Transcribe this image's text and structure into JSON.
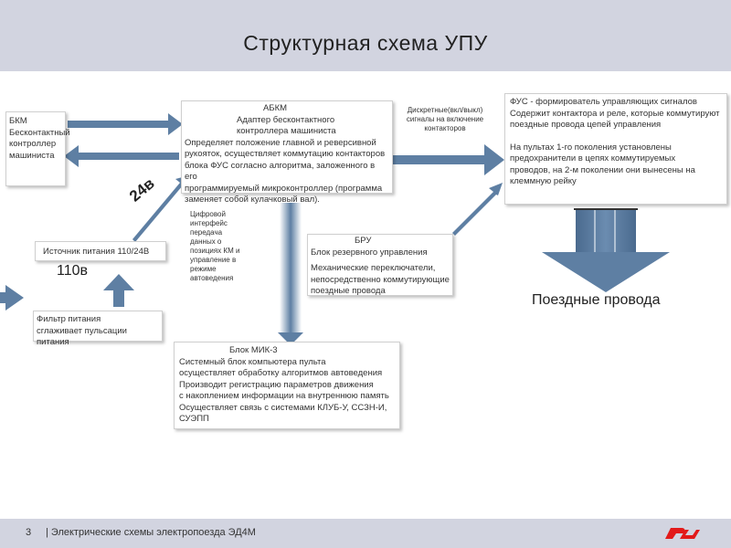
{
  "header": {
    "title": "Структурная схема УПУ"
  },
  "footer": {
    "page_number": "3",
    "text": "| Электрические схемы электропоезда ЭД4М",
    "logo": "ржд"
  },
  "boxes": {
    "bkm": [
      "БКМ",
      "Бесконтактный",
      "контроллер",
      "машиниста"
    ],
    "abkm": {
      "title": "АБКМ",
      "lines": [
        "Адаптер бесконтактного",
        "контроллера машиниста",
        "Определяет положение главной и реверсивной",
        "рукояток, осуществляет коммутацию контакторов",
        "блока ФУС согласно алгоритма, заложенного в его",
        "программируемый микроконтроллер (программа",
        "заменяет собой кулачковый вал)."
      ]
    },
    "fus": [
      "ФУС - формирователь управляющих сигналов",
      "Содержит контактора и реле, которые коммутируют",
      "поездные провода цепей управления",
      "",
      "На пультах 1-го поколения установлены",
      "предохранители в цепях коммутируемых",
      "проводов, на 2-м поколении они вынесены на",
      "клеммную рейку"
    ],
    "bru": {
      "title": "БРУ",
      "lines": [
        "Блок резервного управления",
        "",
        "Механические переключатели,",
        "непосредственно коммутирующие",
        "поездные провода"
      ]
    },
    "power": "Источник питания 110/24В",
    "filter": [
      "Фильтр питания",
      "сглаживает пульсации питания"
    ],
    "mik": {
      "title": "Блок МИК-3",
      "lines": [
        "Системный блок компьютера пульта",
        "осуществляет обработку алгоритмов автоведения",
        "Производит регистрацию параметров движения",
        "с накоплением информации на внутреннюю память",
        "Осуществляет связь с системами КЛУБ-У, ССЗН-И,",
        "СУЭПП"
      ]
    }
  },
  "labels": {
    "discrete": [
      "Дискретные(вкл/выкл)",
      "сигналы на включение",
      "контакторов"
    ],
    "digital": [
      "Цифровой",
      "интерфейс",
      "передача",
      "данных о",
      "позициях КМ и",
      "управление в",
      "режиме",
      "автоведения"
    ],
    "v24": "24в",
    "v110": "110в",
    "wires": "Поездные провода"
  },
  "colors": {
    "arrow": "#5e7fa3",
    "arrow_dark": "#4a6a8e",
    "header": "#d2d4e0",
    "logo": "#e21a1a"
  }
}
